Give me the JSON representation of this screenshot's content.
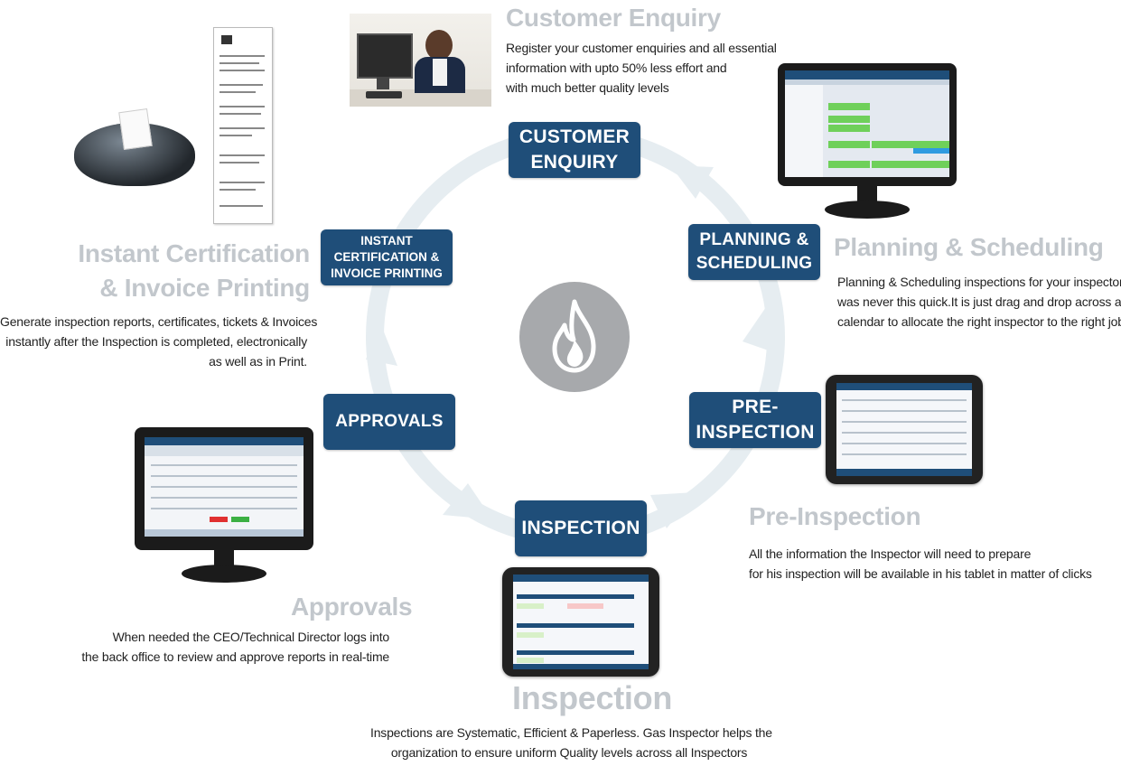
{
  "center_icon": "flame-icon",
  "colors": {
    "box": "#1f4e79",
    "title": "#c2c7cc",
    "cycle": "#e3ebf0"
  },
  "boxes": {
    "customer_enquiry": [
      "CUSTOMER",
      "ENQUIRY"
    ],
    "planning": [
      "PLANNING &",
      "SCHEDULING"
    ],
    "pre_inspection": [
      "PRE-",
      "INSPECTION"
    ],
    "inspection": [
      "INSPECTION"
    ],
    "approvals": [
      "APPROVALS"
    ],
    "certification": [
      "INSTANT",
      "CERTIFICATION &",
      "INVOICE PRINTING"
    ]
  },
  "sections": {
    "customer_enquiry": {
      "title": "Customer Enquiry",
      "lines": [
        "Register your customer enquiries and all essential",
        "information with upto 50% less effort and",
        "with much better quality levels"
      ]
    },
    "planning": {
      "title": "Planning & Scheduling",
      "lines": [
        "Planning & Scheduling inspections for  your inspectors",
        "was never this quick.It is just drag and drop across a",
        "calendar to allocate the right inspector to the right job"
      ]
    },
    "pre_inspection": {
      "title": "Pre-Inspection",
      "lines": [
        "All the information the Inspector will need to prepare",
        "for his inspection will be available in his tablet in matter of clicks"
      ]
    },
    "inspection": {
      "title": "Inspection",
      "lines": [
        "Inspections are Systematic, Efficient & Paperless. Gas Inspector helps the",
        "organization to ensure uniform Quality levels across all Inspectors"
      ]
    },
    "approvals": {
      "title": "Approvals",
      "lines": [
        "When needed the CEO/Technical Director logs into",
        "the back office to review and approve reports in real-time"
      ]
    },
    "certification": {
      "title_lines": [
        "Instant Certification",
        "& Invoice Printing"
      ],
      "lines": [
        "Generate inspection reports, certificates, tickets & Invoices",
        "instantly after the Inspection  is completed, electronically",
        "as well as in Print."
      ]
    }
  }
}
